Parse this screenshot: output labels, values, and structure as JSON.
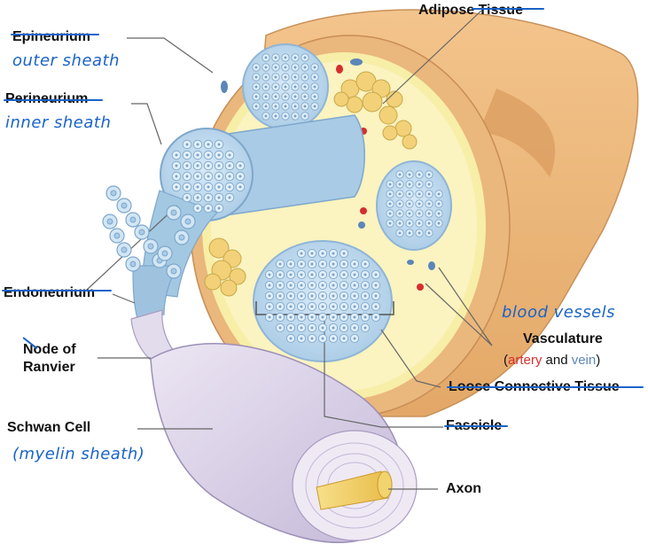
{
  "labels": {
    "adipose": "Adipose Tissue",
    "epineurium": "Epineurium",
    "perineurium": "Perineurium",
    "endoneurium": "Endoneurium",
    "node_line1": "Node of",
    "node_line2": "Ranvier",
    "schwann": "Schwan Cell",
    "axon": "Axon",
    "fascicle": "Fascicle",
    "loose": "Loose Connective Tissue",
    "vasculature": "Vasculature",
    "artery": "artery",
    "and": " and ",
    "vein": "vein",
    "open_paren": "(",
    "close_paren": ")"
  },
  "annotations": {
    "outer_sheath": "outer sheath",
    "inner_sheath": "inner sheath",
    "blood_vessels": "blood vessels",
    "myelin_sheath": "(myelin sheath)"
  },
  "colors": {
    "artery": "#d62e2e",
    "vein": "#5c86b8",
    "ink": "#1a63c9",
    "epineurium": "#e8c08a",
    "fascicle": "#b9d6ec",
    "schwann": "#d9d0e6",
    "adipose": "#f0d27a"
  }
}
